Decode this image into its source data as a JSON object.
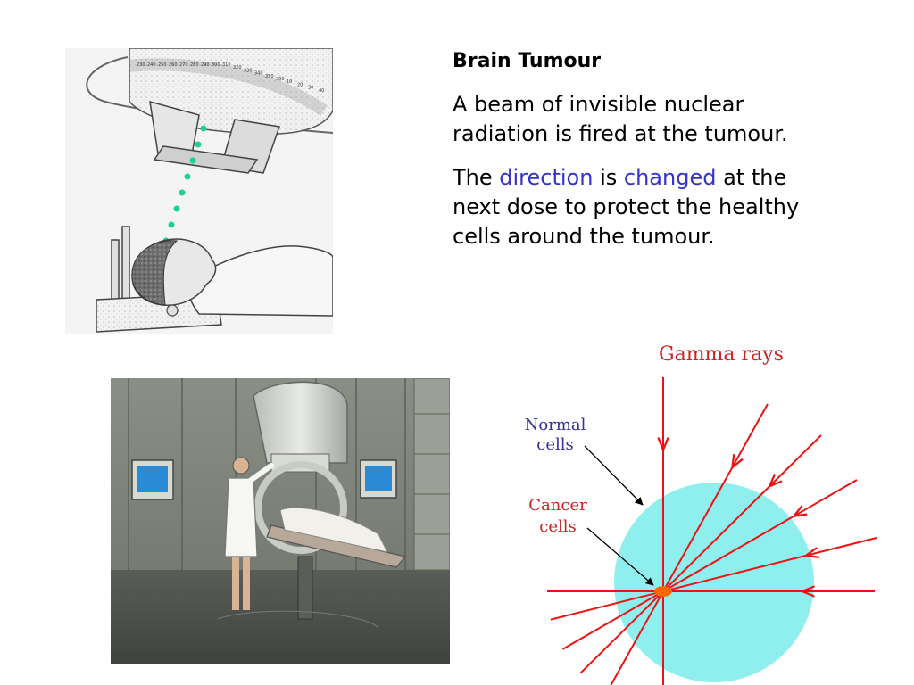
{
  "slide": {
    "heading": "Brain Tumour",
    "para1": "A beam of invisible nuclear radiation is fired at the tumour.",
    "para2": {
      "part1": "The ",
      "kw1": "direction",
      "part2": " is ",
      "kw2": "changed",
      "part3": " at the next dose to protect the healthy cells around the tumour."
    },
    "highlight_color": "#3333cc"
  },
  "illustration": {
    "dial_numbers": [
      "230",
      "240",
      "250",
      "260",
      "270",
      "280",
      "290",
      "300",
      "310",
      "320",
      "330",
      "340",
      "350",
      "360",
      "10",
      "20",
      "30",
      "40"
    ],
    "beam_color": "#1fcf9a"
  },
  "diagram": {
    "title": "Gamma rays",
    "label_normal_line1": "Normal",
    "label_normal_line2": "cells",
    "label_cancer_line1": "Cancer",
    "label_cancer_line2": "cells",
    "colors": {
      "ray": "#ee1111",
      "circle": "#8fefef",
      "tumour": "#ff6600",
      "title": "#cc2222",
      "normal_label": "#333399",
      "cancer_label": "#cc2222"
    }
  }
}
